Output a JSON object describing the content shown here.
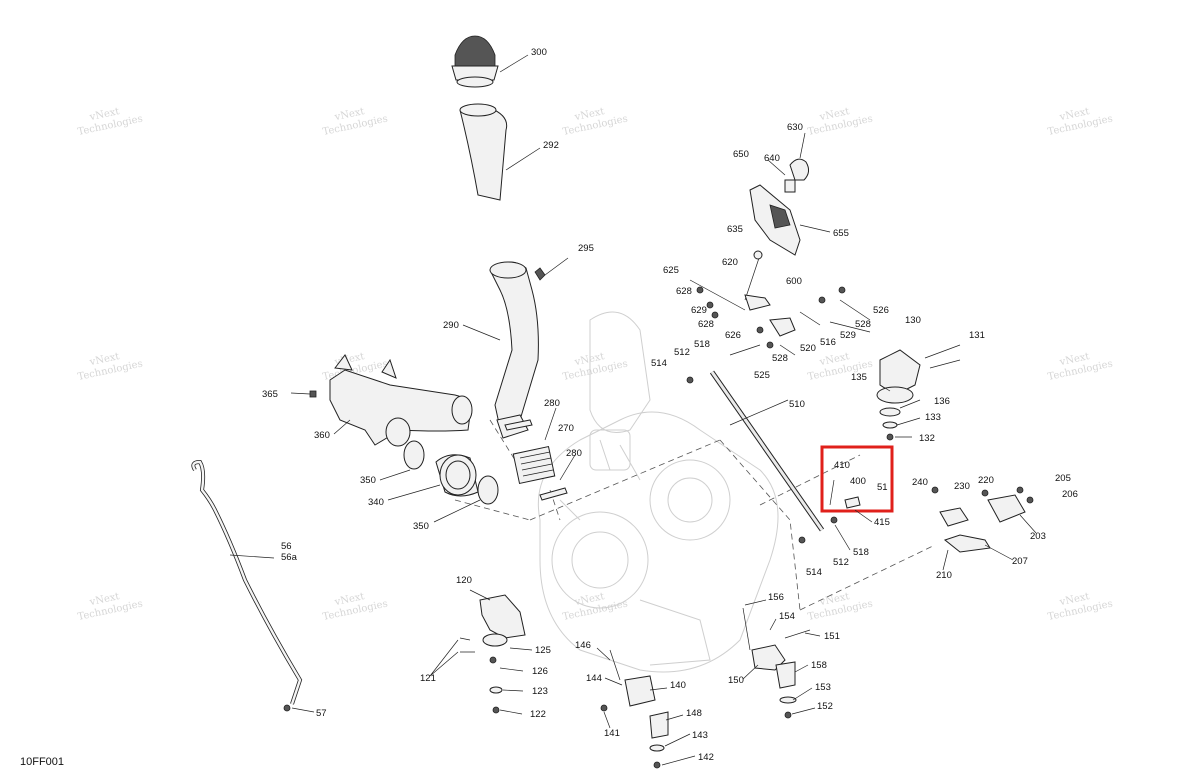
{
  "diagram": {
    "reference_code": "10FF001",
    "watermark_line1": "vNext",
    "watermark_line2": "Technologies",
    "highlight_color": "#e0201b",
    "labels": [
      "300",
      "292",
      "295",
      "290",
      "365",
      "360",
      "350",
      "340",
      "350",
      "280",
      "270",
      "280",
      "56",
      "56a",
      "57",
      "120",
      "125",
      "126",
      "123",
      "122",
      "121",
      "650",
      "640",
      "630",
      "635",
      "655",
      "625",
      "620",
      "628",
      "600",
      "629",
      "628",
      "526",
      "528",
      "626",
      "529",
      "516",
      "520",
      "528",
      "514",
      "512",
      "518",
      "525",
      "510",
      "130",
      "131",
      "135",
      "136",
      "133",
      "132",
      "410",
      "400",
      "51",
      "415",
      "518",
      "512",
      "514",
      "240",
      "230",
      "220",
      "205",
      "206",
      "203",
      "207",
      "210",
      "156",
      "154",
      "151",
      "150",
      "158",
      "153",
      "152",
      "146",
      "144",
      "140",
      "141",
      "148",
      "143",
      "142"
    ]
  }
}
